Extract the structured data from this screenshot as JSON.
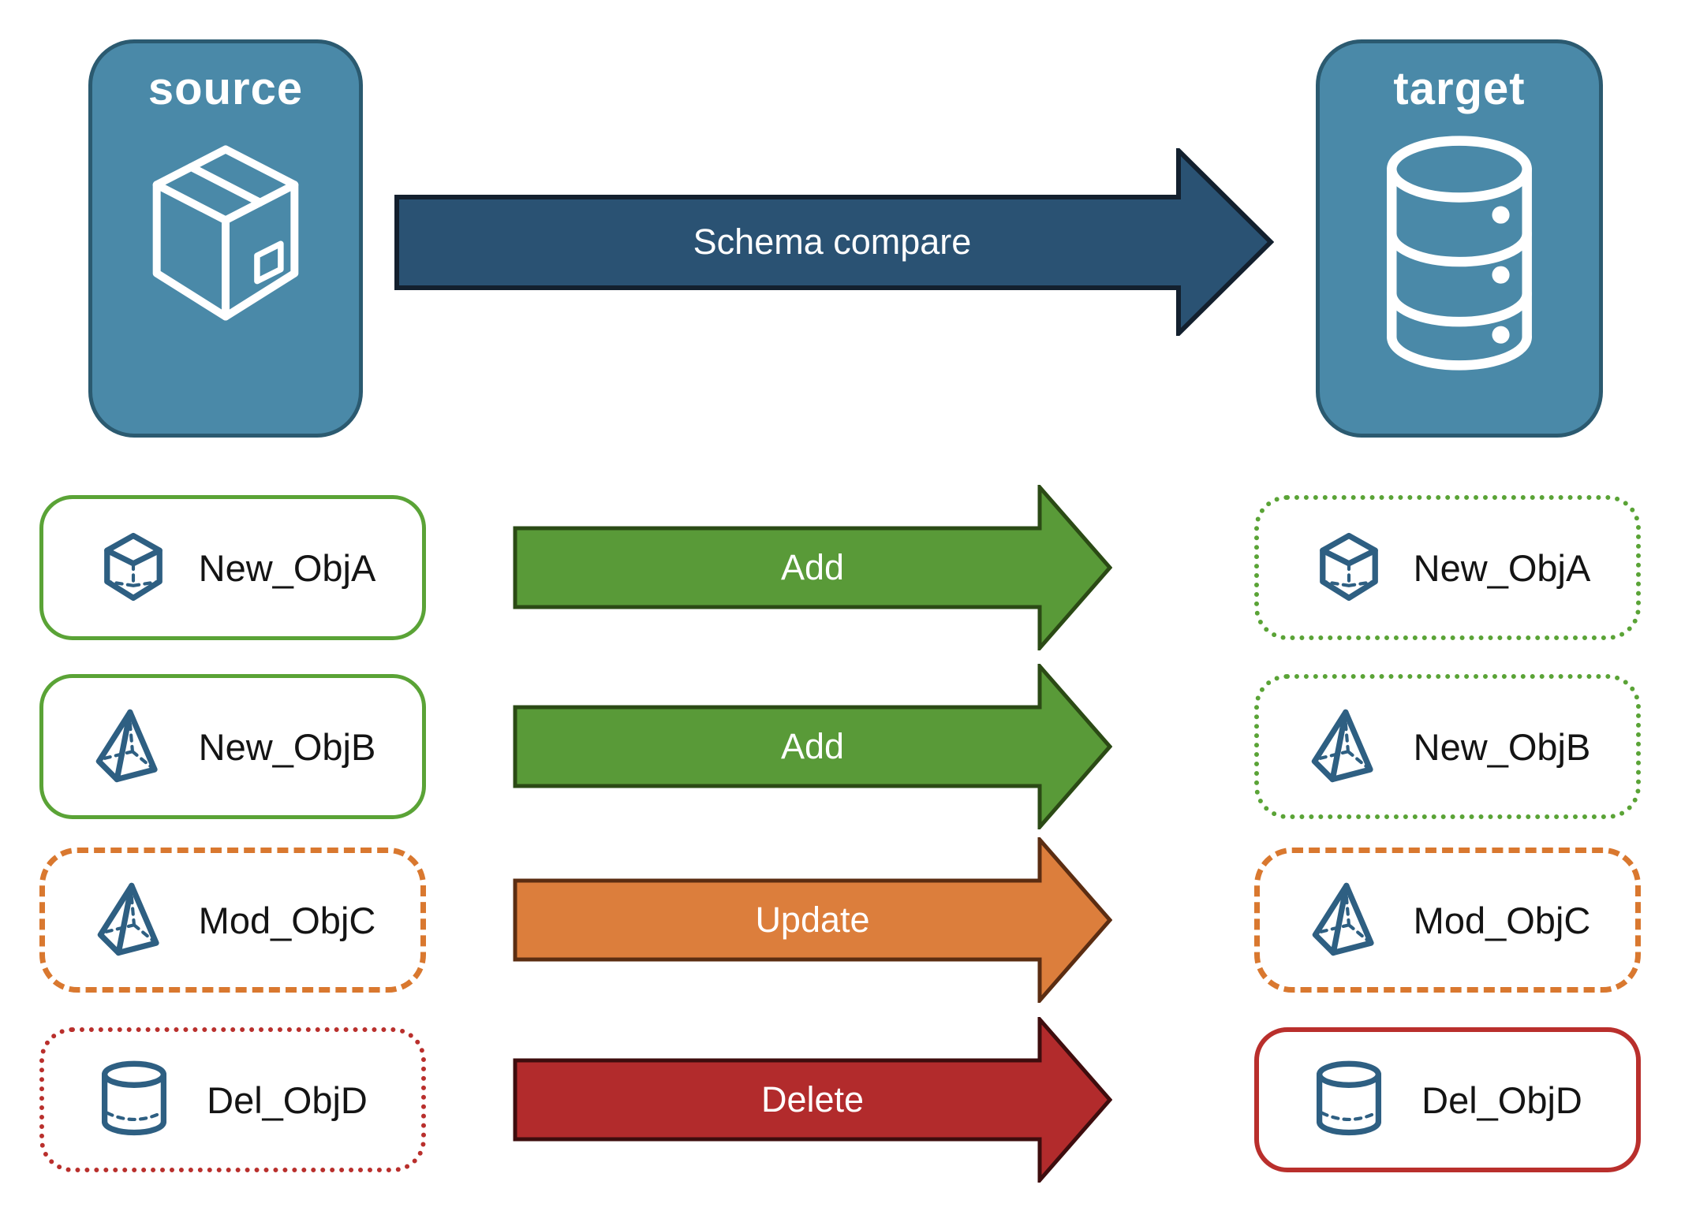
{
  "header": {
    "source": {
      "label": "source",
      "icon": "package-icon"
    },
    "target": {
      "label": "target",
      "icon": "database-icon"
    },
    "compare_arrow": {
      "label": "Schema compare"
    }
  },
  "rows": [
    {
      "object": "New_ObjA",
      "icon": "cube-icon",
      "action": "Add",
      "source_border": "solid",
      "target_border": "dotted"
    },
    {
      "object": "New_ObjB",
      "icon": "pyramid-icon",
      "action": "Add",
      "source_border": "solid",
      "target_border": "dotted"
    },
    {
      "object": "Mod_ObjC",
      "icon": "pyramid-icon",
      "action": "Update",
      "source_border": "dashed",
      "target_border": "dashed"
    },
    {
      "object": "Del_ObjD",
      "icon": "cylinder-icon",
      "action": "Delete",
      "source_border": "dotted",
      "target_border": "solid"
    }
  ],
  "colors": {
    "node-fill": "#4A89A8",
    "node-border": "#2B5A70",
    "navy-fill": "#2A5273",
    "navy-outline": "#13202E",
    "green-fill": "#599A38",
    "green-outline": "#2B4A15",
    "green-line": "#5AA336",
    "orange-fill": "#DC7E3C",
    "orange-outline": "#5B2D12",
    "orange-line": "#D9782F",
    "red-fill": "#B22B2C",
    "red-outline": "#3E0D0E",
    "red-line": "#B92F2C",
    "icon-blue": "#2E5F82",
    "label-text": "#141414",
    "arrow-text": "#FFFFFF"
  }
}
